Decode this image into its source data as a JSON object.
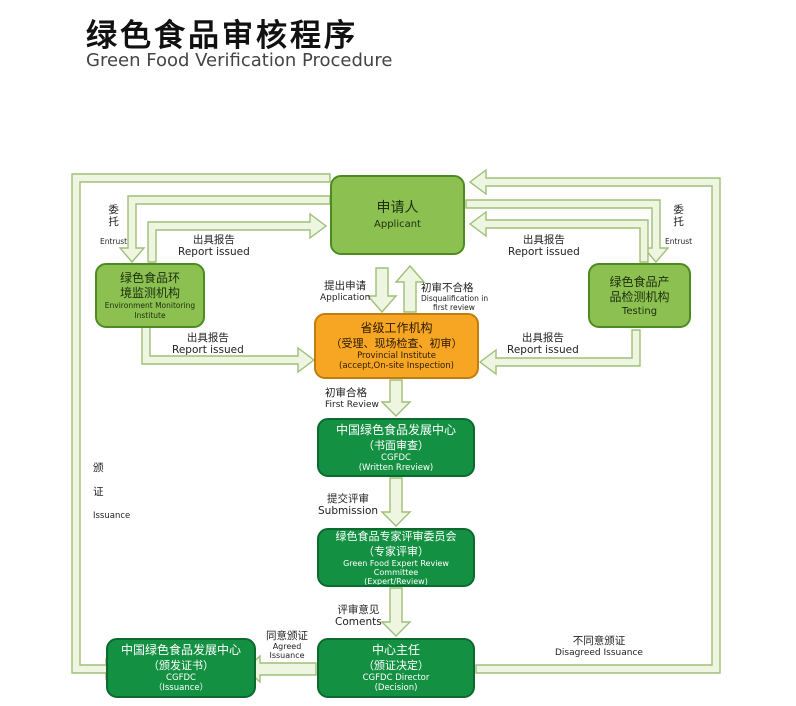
{
  "header": {
    "title": "绿色食品审核程序",
    "subtitle": "Green Food Verification Procedure"
  },
  "nodes": {
    "applicant": {
      "zh": "申请人",
      "en": "Applicant"
    },
    "env_monitor": {
      "zh1": "绿色食品环",
      "zh2": "境监测机构",
      "en1": "Environment Monitoring",
      "en2": "Institute"
    },
    "product_test": {
      "zh1": "绿色食品产",
      "zh2": "品检测机构",
      "en": "Testing"
    },
    "provincial": {
      "zh1": "省级工作机构",
      "zh2": "（受理、现场检查、初审）",
      "en1": "Provincial Institute",
      "en2": "(accept,On-site Inspection)"
    },
    "cgfdc_written": {
      "zh1": "中国绿色食品发展中心",
      "zh2": "（书面审查）",
      "en1": "CGFDC",
      "en2": "(Written Rreview)"
    },
    "expert_committee": {
      "zh1": "绿色食品专家评审委员会",
      "zh2": "（专家评审）",
      "en1": "Green Food Expert Review",
      "en2": "Committee",
      "en3": "(Expert/Review)"
    },
    "director": {
      "zh1": "中心主任",
      "zh2": "（颁证决定）",
      "en1": "CGFDC Director",
      "en2": "(Decision)"
    },
    "issuance": {
      "zh1": "中国绿色食品发展中心",
      "zh2": "（颁发证书）",
      "en1": "CGFDC",
      "en2": "（Issuance）"
    }
  },
  "labels": {
    "entrust_left": {
      "zh1": "委",
      "zh2": "托",
      "en": "Entrust"
    },
    "entrust_right": {
      "zh1": "委",
      "zh2": "托",
      "en": "Entrust"
    },
    "report_tl": {
      "zh": "出具报告",
      "en": "Report issued"
    },
    "report_tr": {
      "zh": "出具报告",
      "en": "Report issued"
    },
    "report_bl": {
      "zh": "出具报告",
      "en": "Report issued"
    },
    "report_br": {
      "zh": "出具报告",
      "en": "Report issued"
    },
    "application": {
      "zh": "提出申请",
      "en": "Application"
    },
    "disqualification": {
      "zh": "初审不合格",
      "en1": "Disqualification in",
      "en2": "first review"
    },
    "first_review": {
      "zh": "初审合格",
      "en": "First Review"
    },
    "submission": {
      "zh": "提交评审",
      "en": "Submission"
    },
    "comments": {
      "zh": "评审意见",
      "en": "Coments"
    },
    "agreed": {
      "zh": "同意颁证",
      "en1": "Agreed",
      "en2": "Issuance"
    },
    "disagreed": {
      "zh": "不同意颁证",
      "en": "Disagreed Issuance"
    },
    "issuance_side": {
      "zh1": "颁",
      "zh2": "证",
      "en": "Issuance"
    }
  },
  "colors": {
    "light_green": "#8cc152",
    "dark_green": "#149043",
    "orange": "#f6a623",
    "arrow_fill": "#eef5e0",
    "arrow_stroke": "#9fbf78"
  }
}
